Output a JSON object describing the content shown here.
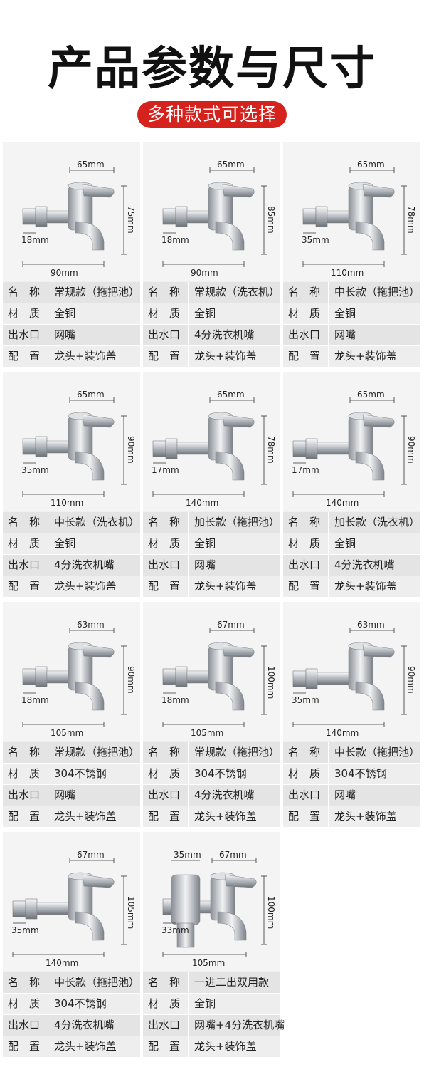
{
  "header": {
    "title": "产品参数与尺寸",
    "subtitle": "多种款式可选择"
  },
  "colors": {
    "accent": "#d6221d",
    "chrome": "#b9bec4"
  },
  "spec_labels": {
    "name": "名　称",
    "material": "材　质",
    "outlet": "出水口",
    "config": "配　置"
  },
  "products": [
    {
      "name": "常规款（拖把池）",
      "material": "全铜",
      "outlet": "网嘴",
      "config": "龙头+装饰盖",
      "dims": {
        "top": "65mm",
        "side": "75mm",
        "inlet": "18mm",
        "bottom": "90mm"
      }
    },
    {
      "name": "常规款（洗衣机）",
      "material": "全铜",
      "outlet": "4分洗衣机嘴",
      "config": "龙头+装饰盖",
      "dims": {
        "top": "65mm",
        "side": "85mm",
        "inlet": "18mm",
        "bottom": "90mm"
      }
    },
    {
      "name": "中长款（拖把池）",
      "material": "全铜",
      "outlet": "网嘴",
      "config": "龙头+装饰盖",
      "dims": {
        "top": "65mm",
        "side": "78mm",
        "inlet": "35mm",
        "bottom": "110mm"
      }
    },
    {
      "name": "中长款（洗衣机）",
      "material": "全铜",
      "outlet": "4分洗衣机嘴",
      "config": "龙头+装饰盖",
      "dims": {
        "top": "65mm",
        "side": "90mm",
        "inlet": "35mm",
        "bottom": "110mm"
      }
    },
    {
      "name": "加长款（拖把池）",
      "material": "全铜",
      "outlet": "网嘴",
      "config": "龙头+装饰盖",
      "dims": {
        "top": "65mm",
        "side": "78mm",
        "inlet": "17mm",
        "bottom": "140mm"
      }
    },
    {
      "name": "加长款（洗衣机）",
      "material": "全铜",
      "outlet": "4分洗衣机嘴",
      "config": "龙头+装饰盖",
      "dims": {
        "top": "65mm",
        "side": "90mm",
        "inlet": "17mm",
        "bottom": "140mm"
      }
    },
    {
      "name": "常规款（拖把池）",
      "material": "304不锈钢",
      "outlet": "网嘴",
      "config": "龙头+装饰盖",
      "dims": {
        "top": "63mm",
        "side": "90mm",
        "inlet": "18mm",
        "bottom": "105mm"
      }
    },
    {
      "name": "常规款（拖把池）",
      "material": "304不锈钢",
      "outlet": "4分洗衣机嘴",
      "config": "龙头+装饰盖",
      "dims": {
        "top": "67mm",
        "side": "100mm",
        "inlet": "18mm",
        "bottom": "105mm"
      }
    },
    {
      "name": "中长款（拖把池）",
      "material": "304不锈钢",
      "outlet": "网嘴",
      "config": "龙头+装饰盖",
      "dims": {
        "top": "63mm",
        "side": "90mm",
        "inlet": "35mm",
        "bottom": "140mm"
      }
    },
    {
      "name": "中长款（拖把池）",
      "material": "304不锈钢",
      "outlet": "4分洗衣机嘴",
      "config": "龙头+装饰盖",
      "dims": {
        "top": "67mm",
        "side": "105mm",
        "inlet": "35mm",
        "bottom": "140mm"
      }
    },
    {
      "name": "一进二出双用款",
      "material": "全铜",
      "outlet": "网嘴+4分洗衣机嘴",
      "config": "龙头+装饰盖",
      "dims": {
        "top": "67mm",
        "top2": "35mm",
        "side": "100mm",
        "inlet": "33mm",
        "bottom": "105mm"
      }
    }
  ]
}
